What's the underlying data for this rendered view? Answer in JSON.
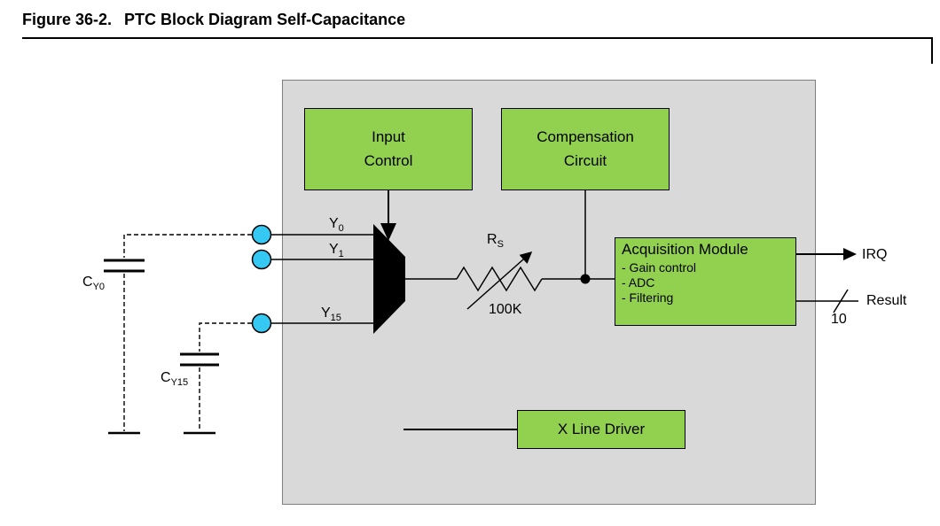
{
  "page": {
    "figure_number": "Figure 36-2.",
    "figure_caption": "PTC Block Diagram Self-Capacitance"
  },
  "blocks": {
    "input_control": "Input\nControl",
    "compensation_circuit": "Compensation\nCircuit",
    "acquisition_module": {
      "title": "Acquisition Module",
      "items": [
        "- Gain control",
        "- ADC",
        "- Filtering"
      ]
    },
    "x_line_driver": "X Line Driver"
  },
  "pins": {
    "y0": {
      "base": "Y",
      "sub": "0"
    },
    "y1": {
      "base": "Y",
      "sub": "1"
    },
    "y15": {
      "base": "Y",
      "sub": "15"
    }
  },
  "resistor": {
    "name_base": "R",
    "name_sub": "S",
    "value": "100K"
  },
  "outputs": {
    "irq_label": "IRQ",
    "result_label": "Result",
    "result_bus_width": "10"
  },
  "capacitors": {
    "cy0": {
      "base": "C",
      "sub": "Y0"
    },
    "cy15": {
      "base": "C",
      "sub": "Y15"
    }
  },
  "colors": {
    "block_fill": "#92d050",
    "chip_fill": "#d9d9d9",
    "pad_fill": "#35c8f2",
    "wire": "#000000"
  }
}
